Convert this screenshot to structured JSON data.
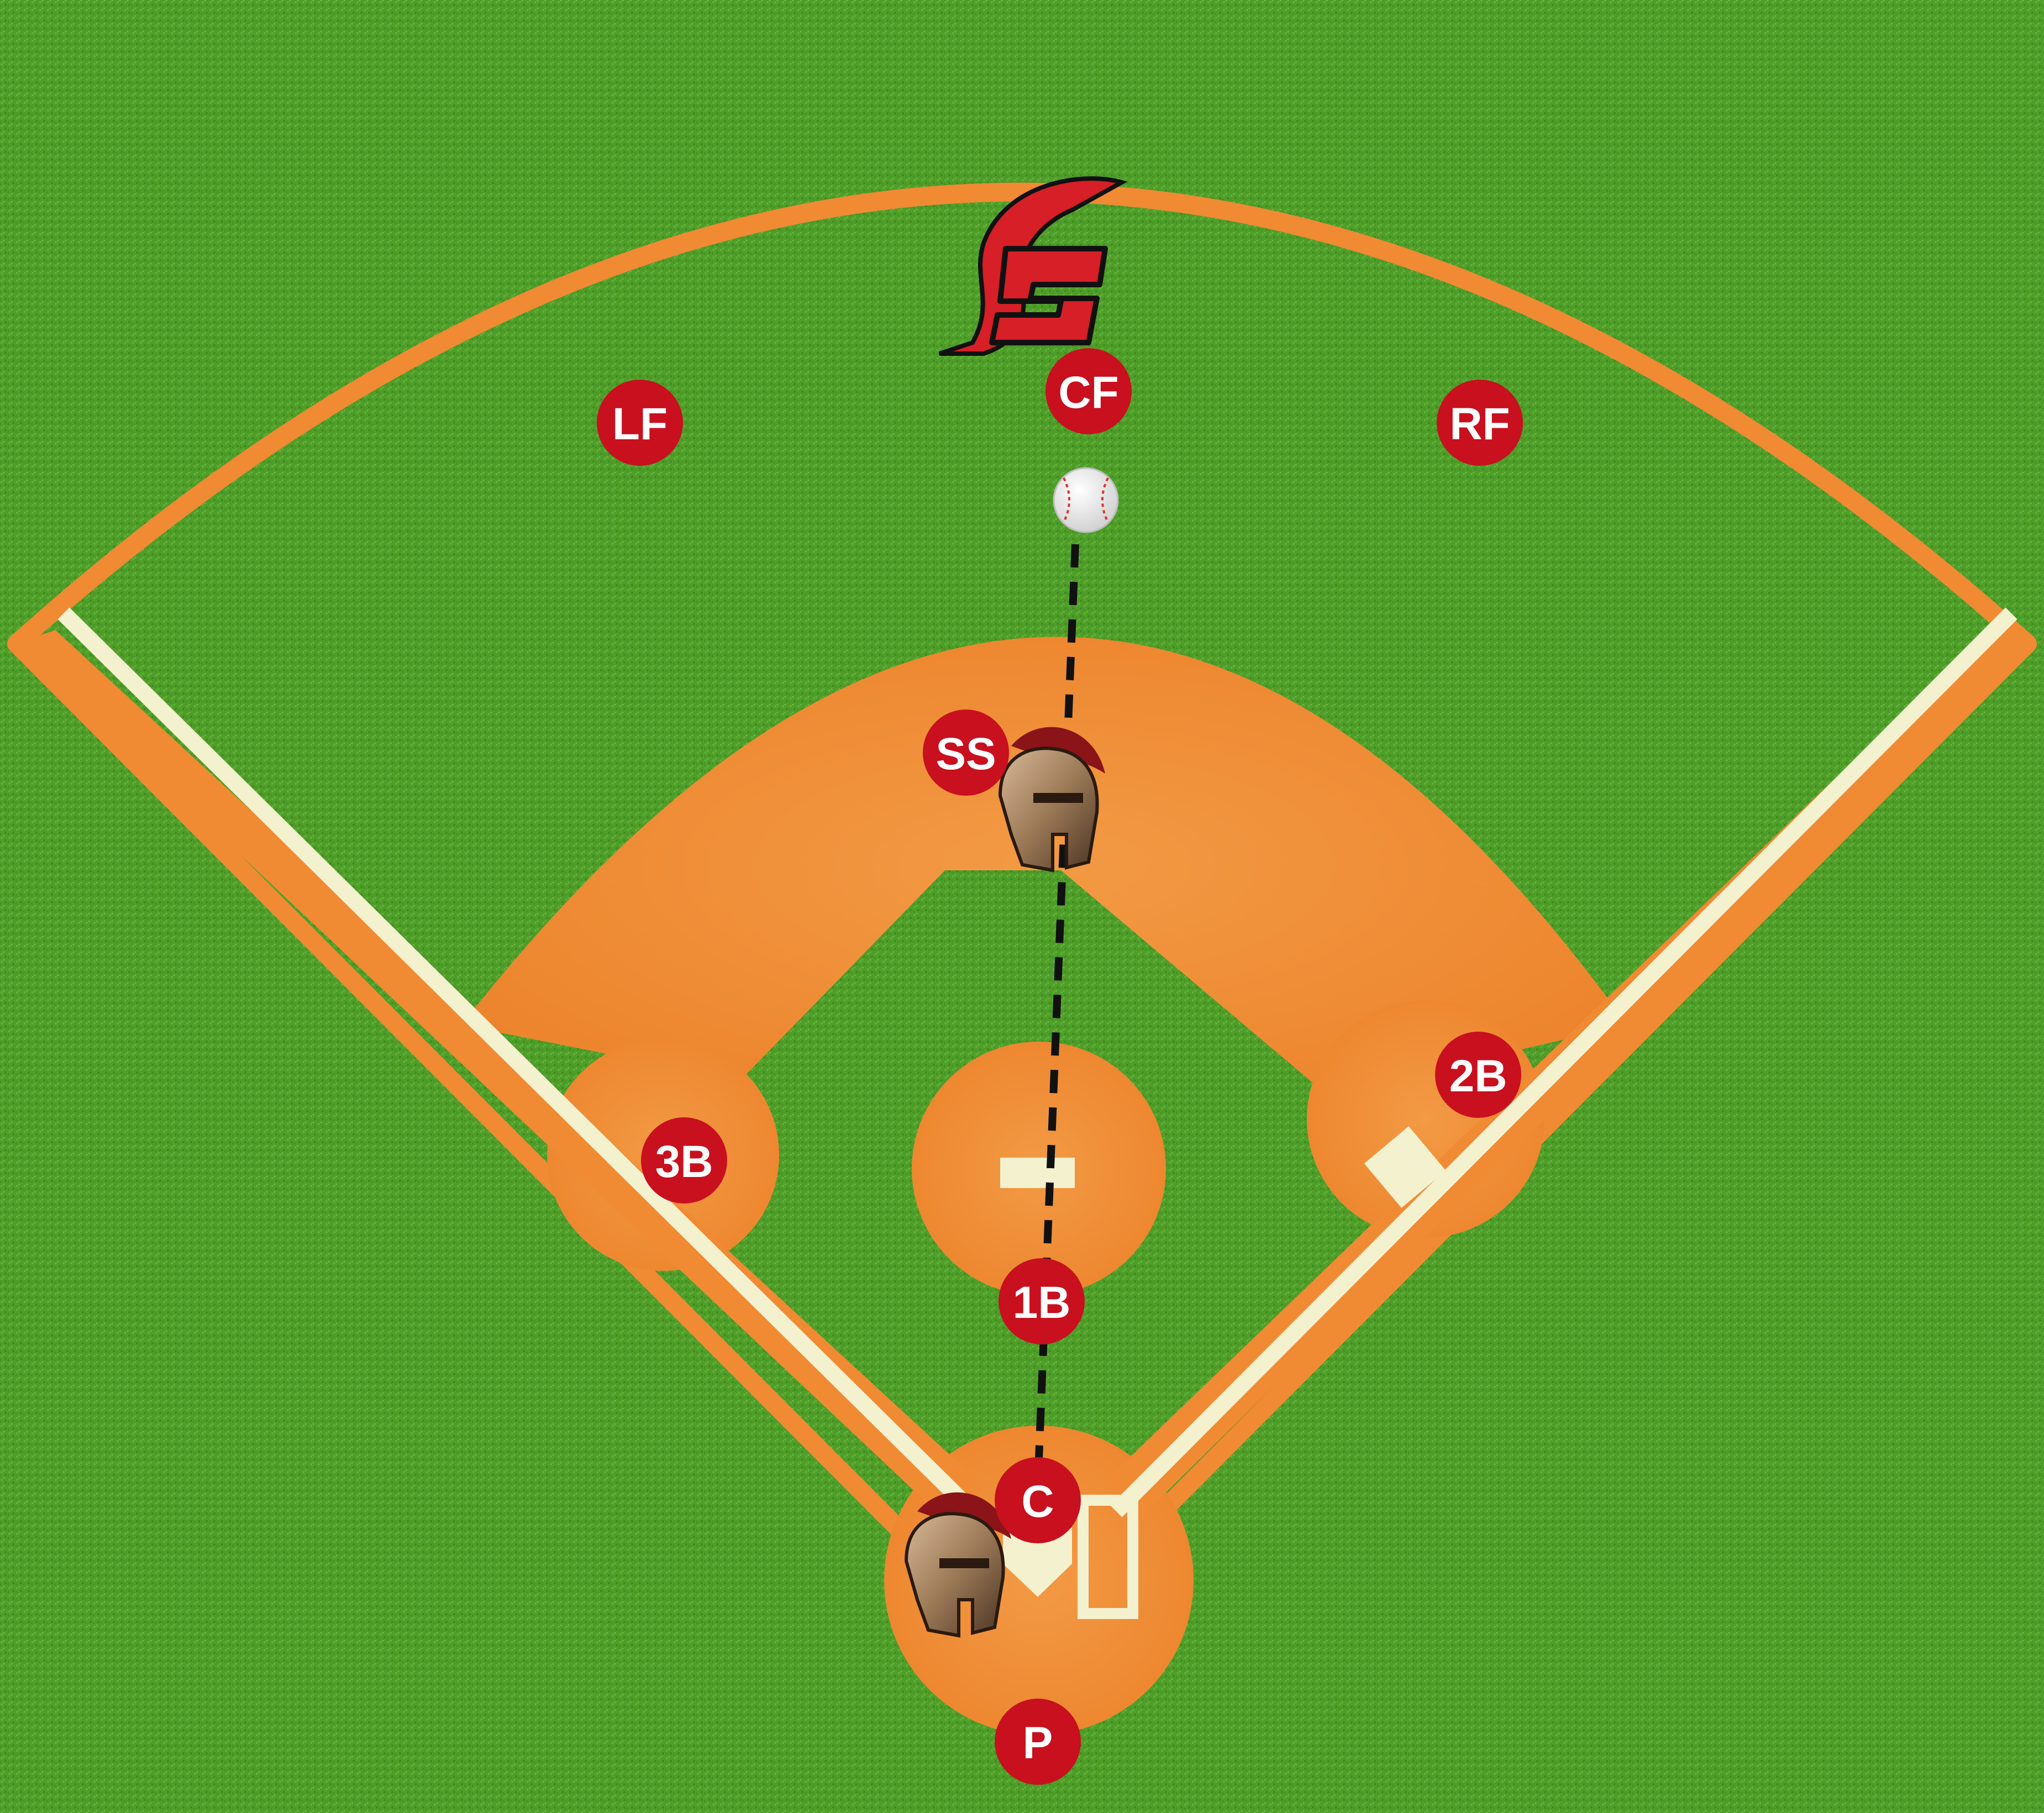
{
  "colors": {
    "grass": "#4f9e2a",
    "dirt": "#f08a33",
    "chalk": "#f4f1cf",
    "marker": "#c8101e",
    "logo_red": "#d61f26",
    "helmet_plume": "#8a1418",
    "helmet_bronze": "#9c7a57"
  },
  "logo": {
    "letter": "S",
    "icon": "spartan-s-logo"
  },
  "ball": {
    "icon": "baseball-icon"
  },
  "path": {
    "style": "dashed",
    "from": "ball",
    "to": "home-plate"
  },
  "positions": [
    {
      "id": "lf",
      "label": "LF"
    },
    {
      "id": "cf",
      "label": "CF"
    },
    {
      "id": "rf",
      "label": "RF"
    },
    {
      "id": "ss",
      "label": "SS"
    },
    {
      "id": "2b",
      "label": "2B"
    },
    {
      "id": "3b",
      "label": "3B"
    },
    {
      "id": "1b",
      "label": "1B"
    },
    {
      "id": "c",
      "label": "C"
    },
    {
      "id": "p",
      "label": "P"
    }
  ],
  "helmets": [
    {
      "id": "helmet-ss",
      "icon": "spartan-helmet-icon"
    },
    {
      "id": "helmet-home",
      "icon": "spartan-helmet-icon"
    }
  ]
}
